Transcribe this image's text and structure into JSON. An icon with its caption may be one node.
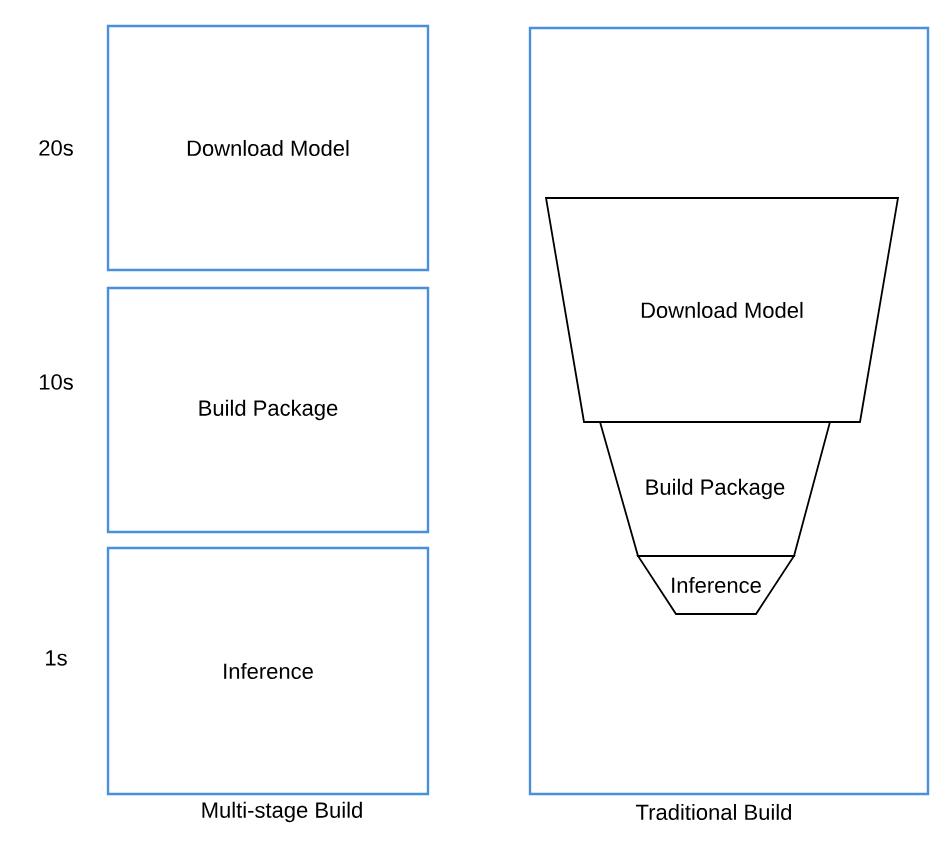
{
  "diagram": {
    "nodes": [
      {
        "text": [
          "Download Model"
        ],
        "beside": [
          "20s"
        ]
      },
      {
        "text": [
          "Build Package"
        ],
        "beside": [
          "10s"
        ]
      },
      {
        "text": [
          "Inference"
        ],
        "beside": [
          "1s"
        ]
      },
      {
        "text": [
          "Traditional Build"
        ]
      },
      {
        "text": [
          "Download Model"
        ],
        "in": 3
      },
      {
        "text": [
          "Build Package"
        ],
        "in": 3
      },
      {
        "text": [
          "Inference"
        ],
        "in": 3
      }
    ],
    "labels": [
      "Multi-stage Build"
    ]
  }
}
